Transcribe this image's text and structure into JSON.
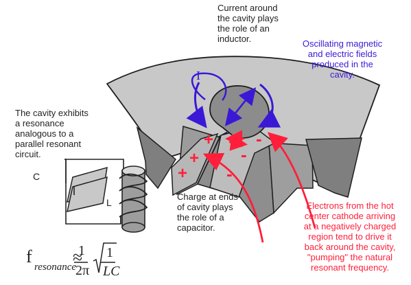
{
  "labels": {
    "inductor_note": [
      "Current around",
      "the cavity plays",
      "the role of an",
      "inductor."
    ],
    "fields_note": [
      "Oscillating magnetic",
      "and electric fields",
      "produced in the",
      "cavity."
    ],
    "resonance_note": [
      "The cavity exhibits",
      "a resonance",
      "analogous to a",
      "parallel resonant",
      "circuit."
    ],
    "capacitor_note": [
      "Charge at ends",
      "of cavity plays",
      "the role of a",
      "capacitor."
    ],
    "electrons_note": [
      "Electrons from the hot",
      "center cathode arriving",
      "at a negatively charged",
      "region tend to drive it",
      "back around the cavity,",
      "\"pumping\" the natural",
      "resonant frequency."
    ]
  },
  "symbols": {
    "current": "I",
    "capacitor": "C",
    "inductor": "L",
    "plus": "+",
    "minus": "-"
  },
  "formula": {
    "f": "f",
    "subscript": "resonance",
    "approx": "≈",
    "num": "1",
    "den": "2π",
    "inner_num": "1",
    "inner_den": "LC"
  },
  "colors": {
    "text": "#222222",
    "blue": "#3b18d6",
    "red": "#ff1f3a",
    "metal": "#c8c8c8",
    "metal_dark": "#8f8f8f"
  }
}
